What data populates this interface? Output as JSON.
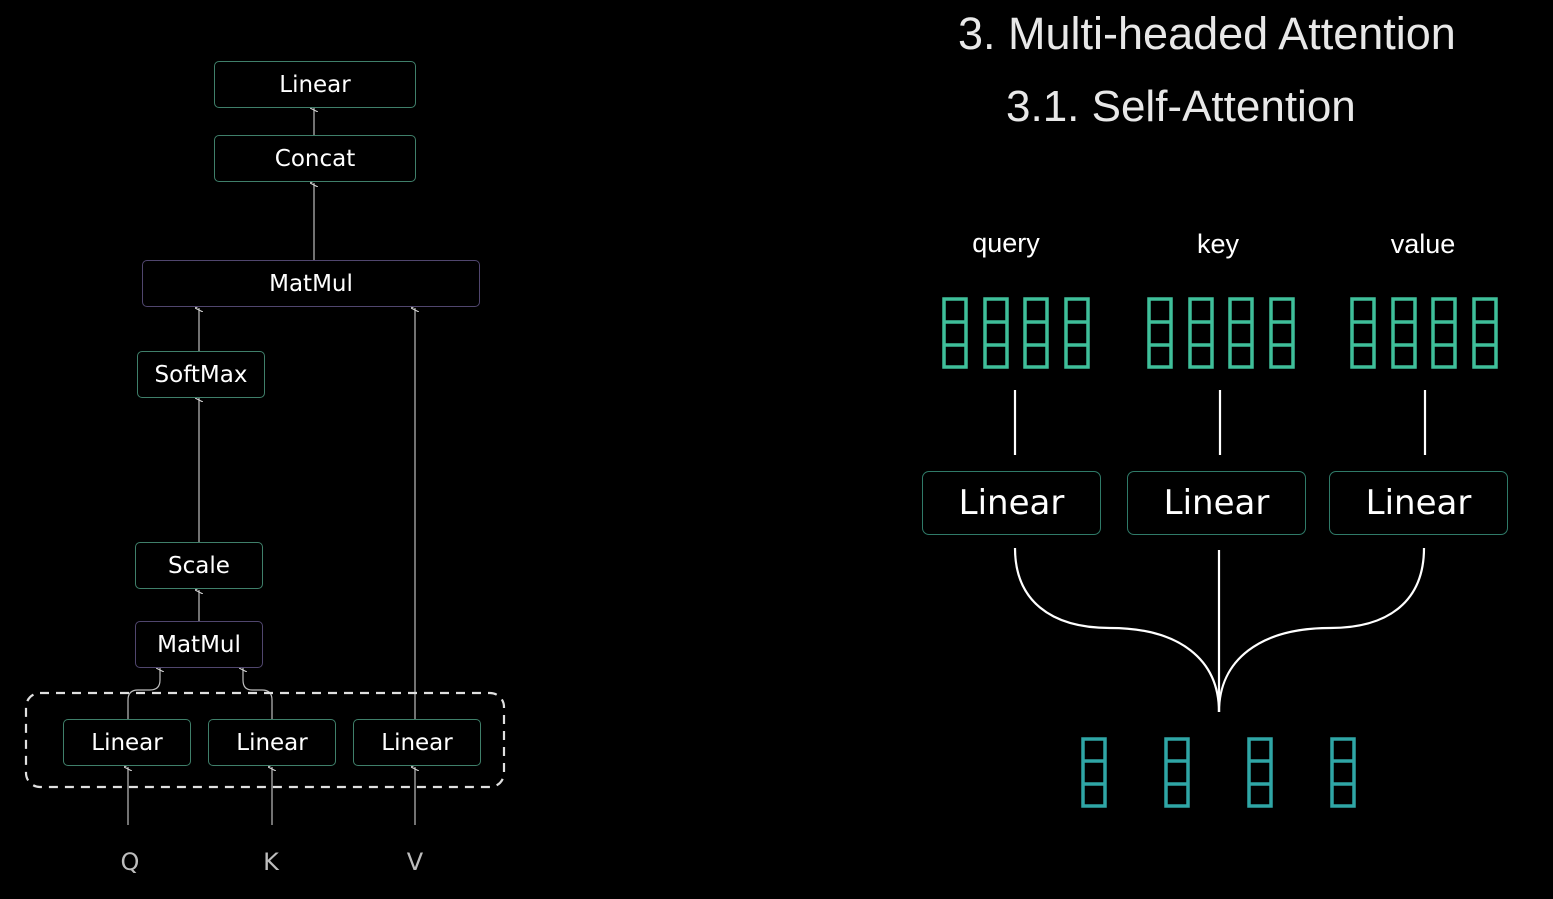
{
  "titles": {
    "main": "3. Multi-headed Attention",
    "sub": "3.1. Self-Attention"
  },
  "left_diagram": {
    "top_linear": "Linear",
    "concat": "Concat",
    "matmul_top": "MatMul",
    "softmax": "SoftMax",
    "scale": "Scale",
    "matmul_bottom": "MatMul",
    "linear_q": "Linear",
    "linear_k": "Linear",
    "linear_v": "Linear",
    "inputs": [
      "Q",
      "K",
      "V"
    ]
  },
  "right_diagram": {
    "labels": [
      "query",
      "key",
      "value"
    ],
    "linear_boxes": [
      "Linear",
      "Linear",
      "Linear"
    ],
    "colors": {
      "vector_green": "#3fbf9a",
      "vector_teal": "#2fa6a6",
      "box_border": "#2f7a68"
    }
  }
}
